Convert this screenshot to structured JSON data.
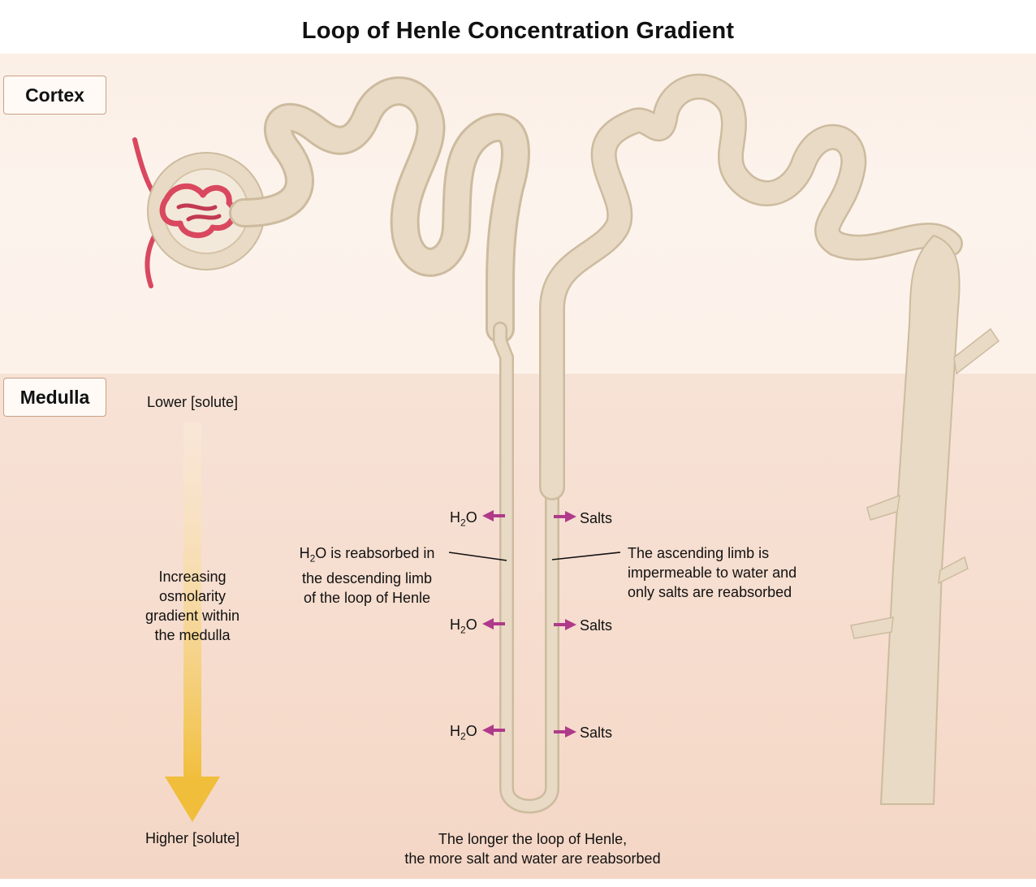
{
  "title": "Loop of Henle Concentration Gradient",
  "zones": {
    "cortex": "Cortex",
    "medulla": "Medulla"
  },
  "gradient": {
    "top_label": "Lower [solute]",
    "middle_label_lines": [
      "Increasing",
      "osmolarity",
      "gradient within",
      "the medulla"
    ],
    "bottom_label": "Higher [solute]"
  },
  "descending": {
    "molecule": "H",
    "subscript": "2",
    "molecule_end": "O",
    "note_lines": [
      "H",
      "2",
      "O is reabsorbed in",
      "the descending limb",
      "of the loop of Henle"
    ]
  },
  "ascending": {
    "salt_label": "Salts",
    "note_lines": [
      "The ascending limb is",
      "impermeable to water and",
      "only salts are reabsorbed"
    ]
  },
  "footer_lines": [
    "The longer the loop of Henle,",
    "the more salt and water are reabsorbed"
  ],
  "colors": {
    "tubule": "#e8dac4",
    "tubule_shade": "#cdbb9f",
    "arrow": "#b03a8a",
    "gradient_top": "#fbe9c8",
    "gradient_bottom": "#f1be3b",
    "glomerulus": "#d9485f"
  },
  "icons": [
    "glomerulus-icon",
    "arrow-left-icon",
    "arrow-right-icon",
    "gradient-arrow-icon"
  ]
}
